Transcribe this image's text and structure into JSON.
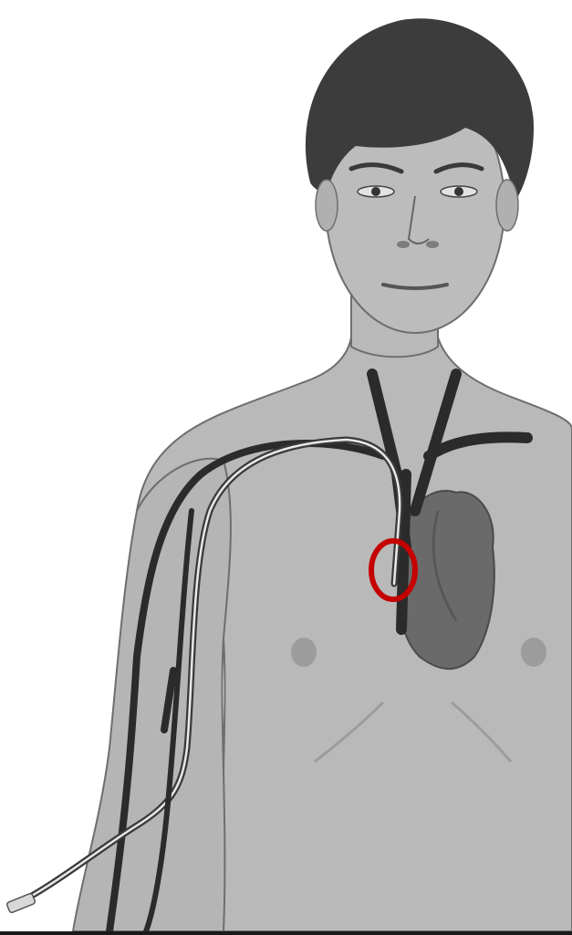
{
  "figure": {
    "subject": "picc-line-placement-illustration",
    "colors": {
      "background": "#ffffff",
      "skin": "#b9b9b9",
      "skin_shadow": "#9c9c9c",
      "outline": "#6e6e6e",
      "hair": "#3c3c3c",
      "vein": "#2b2b2b",
      "heart": "#6a6a6a",
      "heart_shadow": "#575757",
      "catheter": "#e8e8e8",
      "marker": "#c40000"
    },
    "icons": [
      "person-figure",
      "heart-icon",
      "vein-icon",
      "catheter-line",
      "target-circle"
    ]
  }
}
